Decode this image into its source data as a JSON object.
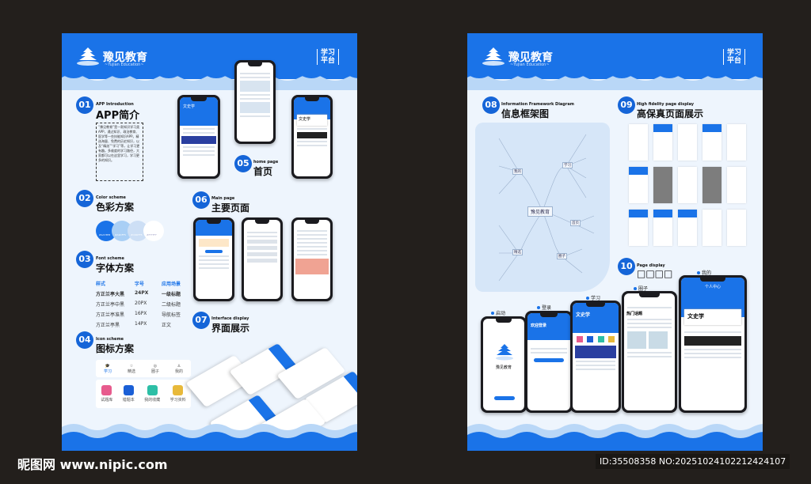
{
  "brand": {
    "name": "豫见教育",
    "subtitle": "~Yujian Education~",
    "tag_line1": "学习",
    "tag_line2": "平台"
  },
  "left": {
    "s01": {
      "num": "01",
      "en": "APP Introduction",
      "cn": "APP简介",
      "desc": "“豫见教育”是一款知识学习类APP，通过知识、政治教育、医学等一些技能知识APP。精选海量、免费的历史知识，以及“精选”“学习”等，让学习更有趣。多维度的学习路径，大家都可以在这里学习，学习更多的知识。"
    },
    "s02": {
      "num": "02",
      "en": "Color scheme",
      "cn": "色彩方案",
      "colors": [
        "#1a73e8",
        "#a9cff5",
        "#cddff5",
        "#ffffff"
      ],
      "color_labels": [
        "#1A73E8",
        "#A9CFF5",
        "#CDDFF5",
        "#FFFFFF"
      ]
    },
    "s03": {
      "num": "03",
      "en": "Font scheme",
      "cn": "字体方案",
      "headers": [
        "样式",
        "字号",
        "应用场景"
      ],
      "rows": [
        [
          "方正兰亭大黑",
          "24PX",
          "一级标题"
        ],
        [
          "方正兰亭中黑",
          "20PX",
          "二级标题"
        ],
        [
          "方正兰亭准黑",
          "16PX",
          "导航标签"
        ],
        [
          "方正兰亭黑",
          "14PX",
          "正文"
        ]
      ]
    },
    "s04": {
      "num": "04",
      "en": "Icon scheme",
      "cn": "图标方案",
      "tabs": [
        {
          "label": "学习",
          "icon": "graduation-cap-icon"
        },
        {
          "label": "精选",
          "icon": "star-icon"
        },
        {
          "label": "圈子",
          "icon": "circle-icon"
        },
        {
          "label": "我的",
          "icon": "user-icon"
        }
      ],
      "apps": [
        {
          "label": "试题库",
          "color": "#e75b8d"
        },
        {
          "label": "错题本",
          "color": "#1a5fd6"
        },
        {
          "label": "我的收藏",
          "color": "#2dbfa6"
        },
        {
          "label": "学习资料",
          "color": "#e8b93a"
        }
      ]
    },
    "s05": {
      "num": "05",
      "en": "home page",
      "cn": "首页"
    },
    "s06": {
      "num": "06",
      "en": "Main page",
      "cn": "主要页面"
    },
    "s07": {
      "num": "07",
      "en": "Interface display",
      "cn": "界面展示"
    },
    "phone": {
      "subject": "文史学",
      "center": "个人中心"
    }
  },
  "right": {
    "s08": {
      "num": "08",
      "en": "Information Framework Diagram",
      "cn": "信息框架图",
      "center": "豫见教育",
      "branches": [
        "我的",
        "学习",
        "精选",
        "首页",
        "圈子"
      ]
    },
    "s09": {
      "num": "09",
      "en": "High fidelity page display",
      "cn": "高保真页面展示"
    },
    "s10": {
      "num": "10",
      "en": "Page display",
      "cn": "□□□□"
    },
    "screens": [
      {
        "label": "启动",
        "text": "豫见教育"
      },
      {
        "label": "登录",
        "text": "欢迎登录"
      },
      {
        "label": "学习",
        "text": "文史学"
      },
      {
        "label": "圈子",
        "text": "热门话题"
      },
      {
        "label": "我的",
        "text": "文史学"
      }
    ]
  },
  "watermark": {
    "site": "昵图网 www.nipic.com",
    "id": "ID:35508358 NO:20251024102212424107"
  }
}
